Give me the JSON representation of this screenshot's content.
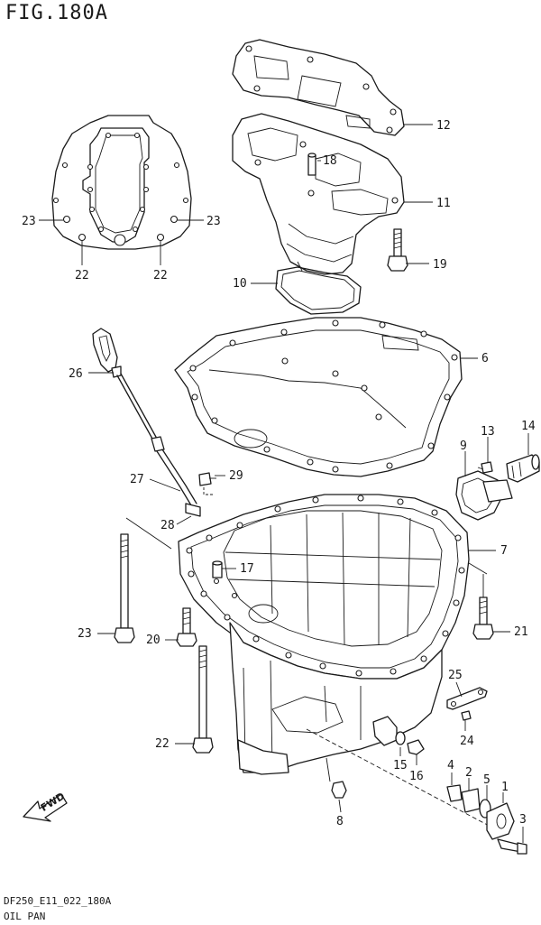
{
  "figure": {
    "title": "FIG.180A",
    "drawing_code": "DF250_E11_022_180A",
    "section_name": "OIL PAN",
    "fwd_label": "FWD"
  },
  "callouts": [
    {
      "id": "c1",
      "label": "1"
    },
    {
      "id": "c2",
      "label": "2"
    },
    {
      "id": "c3",
      "label": "3"
    },
    {
      "id": "c4",
      "label": "4"
    },
    {
      "id": "c5",
      "label": "5"
    },
    {
      "id": "c6",
      "label": "6"
    },
    {
      "id": "c7",
      "label": "7"
    },
    {
      "id": "c8",
      "label": "8"
    },
    {
      "id": "c9",
      "label": "9"
    },
    {
      "id": "c10",
      "label": "10"
    },
    {
      "id": "c11",
      "label": "11"
    },
    {
      "id": "c12",
      "label": "12"
    },
    {
      "id": "c13",
      "label": "13"
    },
    {
      "id": "c14",
      "label": "14"
    },
    {
      "id": "c15",
      "label": "15"
    },
    {
      "id": "c16",
      "label": "16"
    },
    {
      "id": "c17",
      "label": "17"
    },
    {
      "id": "c18",
      "label": "18"
    },
    {
      "id": "c19",
      "label": "19"
    },
    {
      "id": "c20",
      "label": "20"
    },
    {
      "id": "c21",
      "label": "21"
    },
    {
      "id": "c22a",
      "label": "22"
    },
    {
      "id": "c22b",
      "label": "22"
    },
    {
      "id": "c22c",
      "label": "22"
    },
    {
      "id": "c23a",
      "label": "23"
    },
    {
      "id": "c23b",
      "label": "23"
    },
    {
      "id": "c23c",
      "label": "23"
    },
    {
      "id": "c24",
      "label": "24"
    },
    {
      "id": "c25",
      "label": "25"
    },
    {
      "id": "c26",
      "label": "26"
    },
    {
      "id": "c27",
      "label": "27"
    },
    {
      "id": "c28",
      "label": "28"
    },
    {
      "id": "c29",
      "label": "29"
    }
  ]
}
